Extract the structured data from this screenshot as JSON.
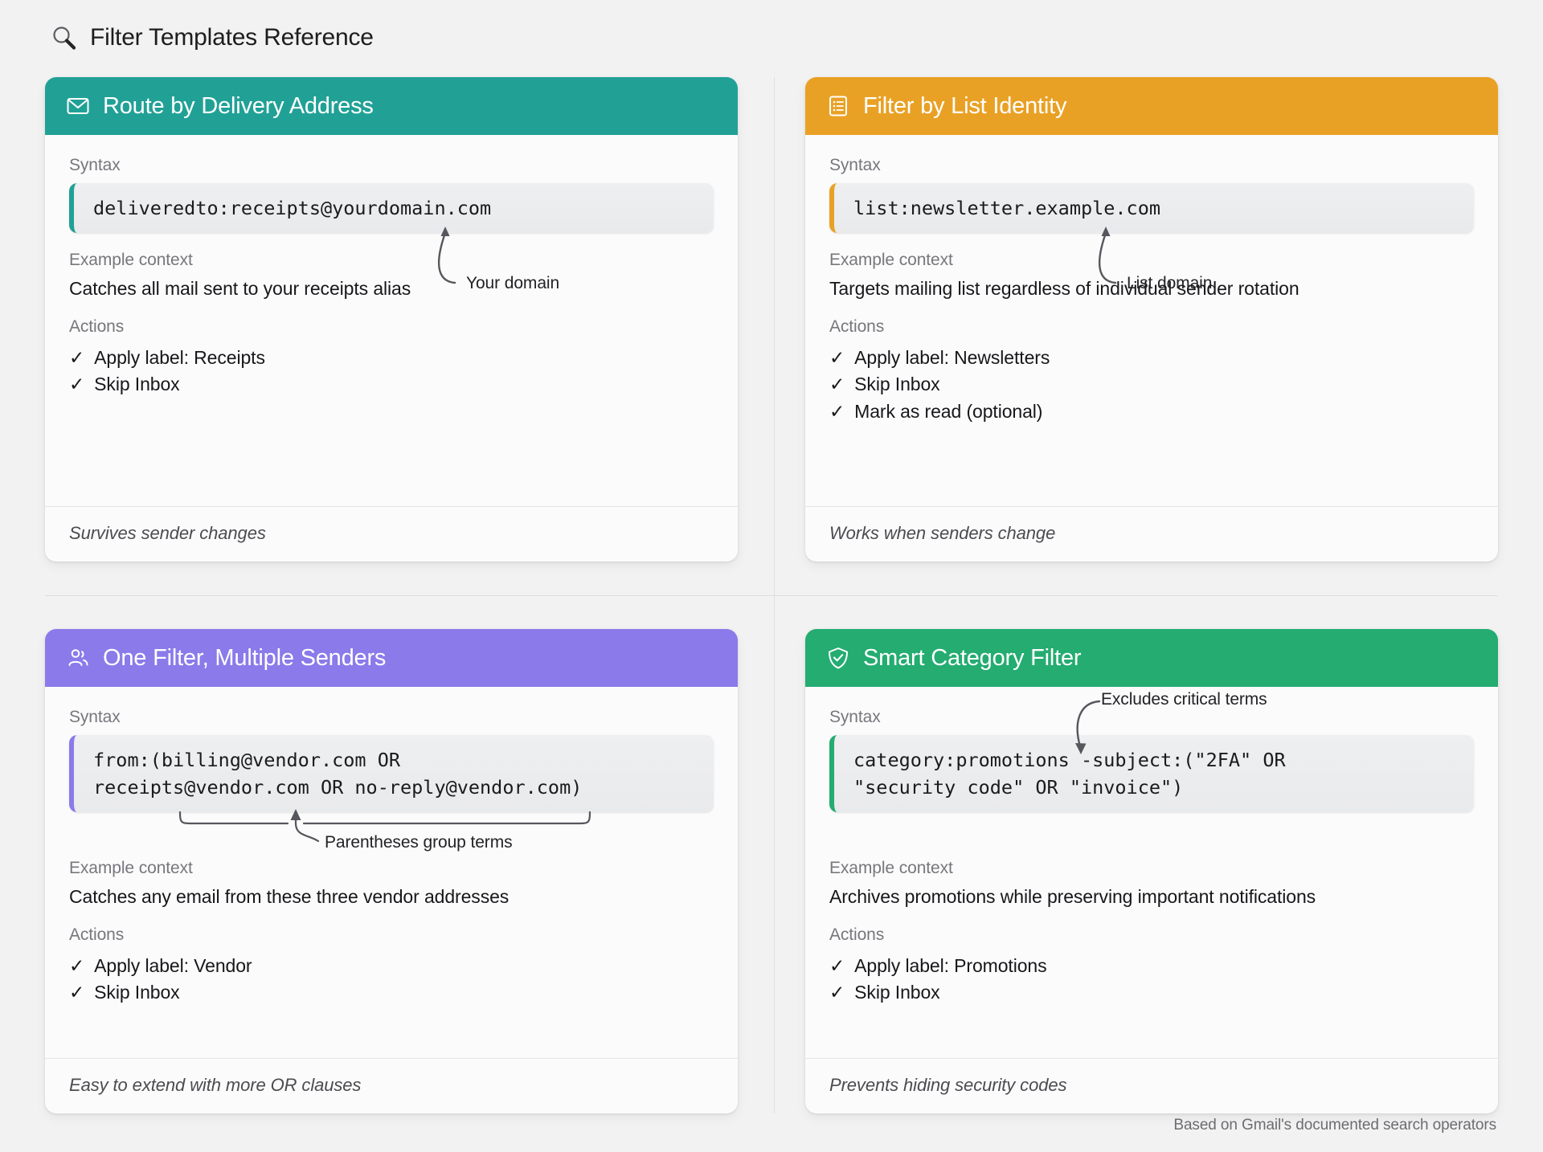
{
  "page": {
    "title": "Filter Templates Reference",
    "search_icon": "search-icon",
    "footnote": "Based on Gmail's documented search operators",
    "background": "#f2f2f2"
  },
  "labels": {
    "syntax": "Syntax",
    "example_context": "Example context",
    "actions": "Actions",
    "check": "✓"
  },
  "cards": [
    {
      "id": "route-by-delivery-address",
      "title": "Route by Delivery Address",
      "icon": "envelope-icon",
      "accent": "#21a196",
      "syntax": "deliveredto:receipts@yourdomain.com",
      "annotation": "Your domain",
      "context": "Catches all mail sent to your receipts alias",
      "actions": [
        "Apply label: Receipts",
        "Skip Inbox"
      ],
      "footer": "Survives sender changes"
    },
    {
      "id": "filter-by-list-identity",
      "title": "Filter by List Identity",
      "icon": "list-document-icon",
      "accent": "#e9a125",
      "syntax": "list:newsletter.example.com",
      "annotation": "List domain",
      "context": "Targets mailing list regardless of individual sender rotation",
      "actions": [
        "Apply label: Newsletters",
        "Skip Inbox",
        "Mark as read (optional)"
      ],
      "footer": "Works when senders change"
    },
    {
      "id": "one-filter-multiple-senders",
      "title": "One Filter, Multiple Senders",
      "icon": "users-icon",
      "accent": "#8b7aea",
      "syntax": "from:(billing@vendor.com OR\nreceipts@vendor.com OR no-reply@vendor.com)",
      "annotation": "Parentheses group terms",
      "context": "Catches any email from these three vendor addresses",
      "actions": [
        "Apply label: Vendor",
        "Skip Inbox"
      ],
      "footer": "Easy to extend with more OR clauses"
    },
    {
      "id": "smart-category-filter",
      "title": "Smart Category Filter",
      "icon": "shield-check-icon",
      "accent": "#24ac71",
      "syntax": "category:promotions -subject:(\"2FA\" OR\n\"security code\" OR \"invoice\")",
      "annotation": "Excludes critical terms",
      "context": "Archives promotions while preserving important notifications",
      "actions": [
        "Apply label: Promotions",
        "Skip Inbox"
      ],
      "footer": "Prevents hiding security codes"
    }
  ]
}
